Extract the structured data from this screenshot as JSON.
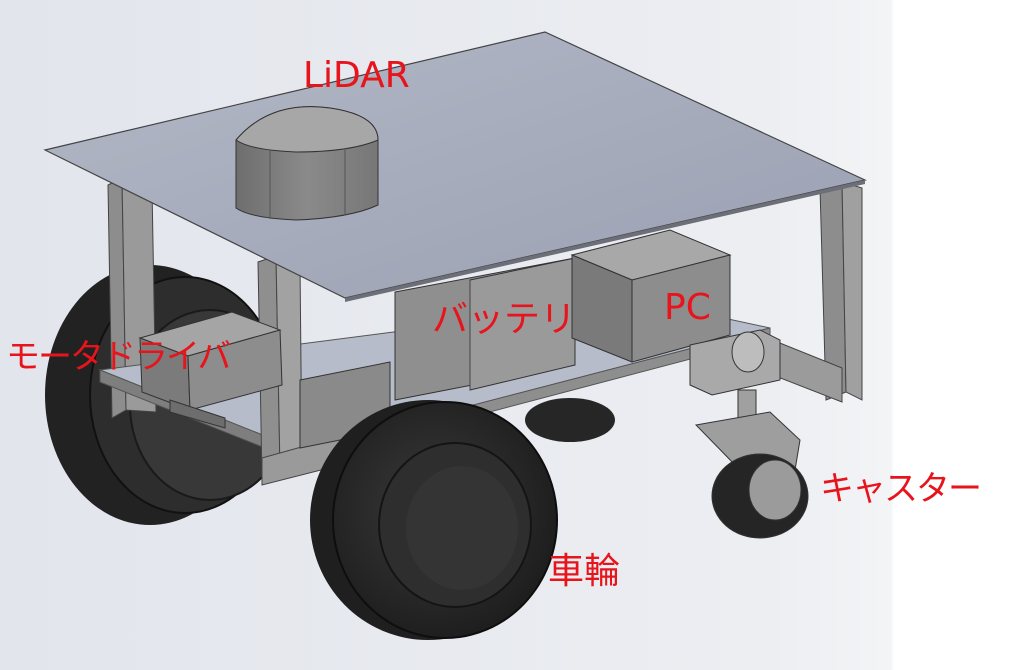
{
  "colors": {
    "label": "#e8141c",
    "background_left": "#e4e7ee",
    "background_right": "#ffffff",
    "plate": "#a6acbd",
    "frame": "#8c8c8c",
    "tire": "#2b2b2b"
  },
  "labels": {
    "lidar": "LiDAR",
    "battery": "バッテリ",
    "pc": "PC",
    "motor_driver": "モータドライバ",
    "caster": "キャスター",
    "wheel": "車輪"
  }
}
